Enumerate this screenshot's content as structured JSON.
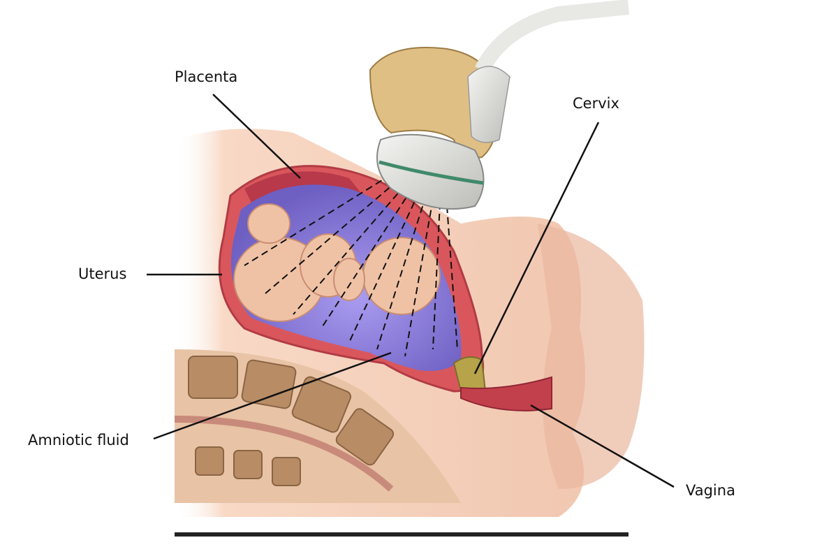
{
  "title": "Abdominal ultrasound of pregnant uterus",
  "labels": {
    "placenta": "Placenta",
    "cervix": "Cervix",
    "uterus": "Uterus",
    "amniotic_fluid": "Amniotic fluid",
    "vagina": "Vagina"
  },
  "colors": {
    "skin": "#f6d2bd",
    "uterus_wall": "#d9575c",
    "amniotic": "#8f7fd6",
    "fetus": "#f0c2a5",
    "bone": "#c9a27a",
    "probe": "#e4e4e0",
    "probe_band": "#3f8a6a"
  }
}
